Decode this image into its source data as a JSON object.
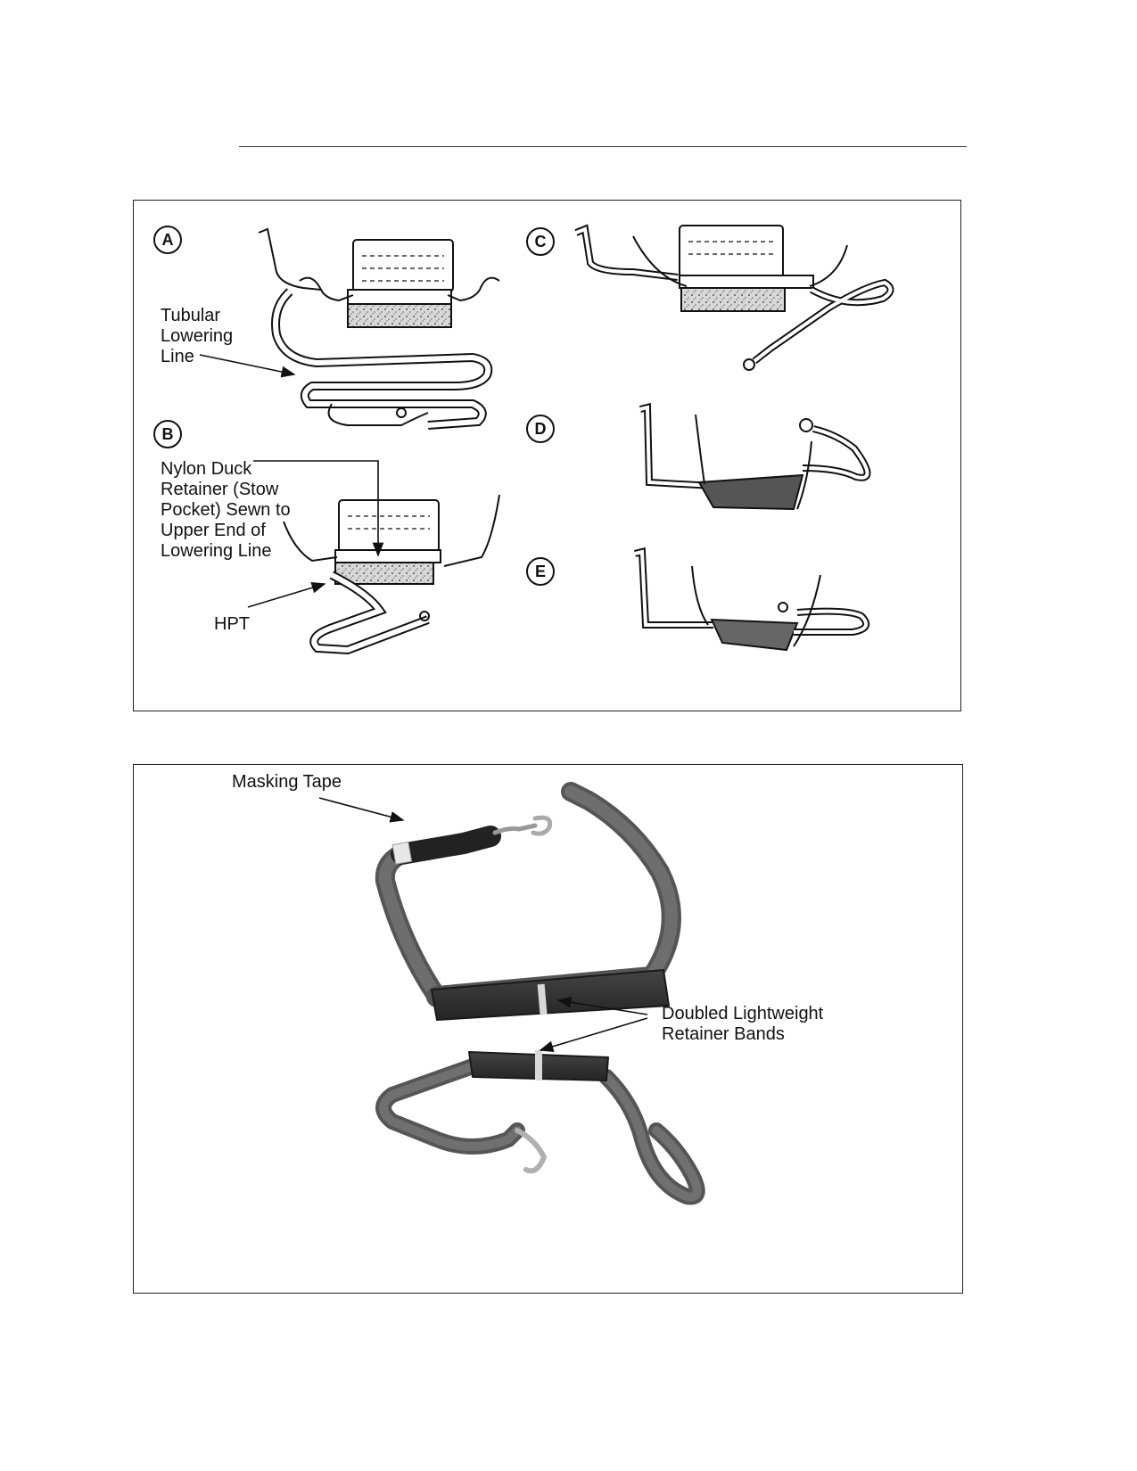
{
  "figure_a": {
    "steps": [
      {
        "id": "step-a",
        "letter": "A"
      },
      {
        "id": "step-b",
        "letter": "B"
      },
      {
        "id": "step-c",
        "letter": "C"
      },
      {
        "id": "step-d",
        "letter": "D"
      },
      {
        "id": "step-e",
        "letter": "E"
      }
    ],
    "callouts": {
      "tubular_line_1": "Tubular",
      "tubular_line_2": "Lowering",
      "tubular_line_3": "Line",
      "nylon_line_1": "Nylon Duck",
      "nylon_line_2": "Retainer (Stow",
      "nylon_line_3": "Pocket) Sewn to",
      "nylon_line_4": "Upper End of",
      "nylon_line_5": "Lowering Line",
      "hpt": "HPT"
    }
  },
  "figure_b": {
    "callouts": {
      "masking_tape": "Masking Tape",
      "retainer_line_1": "Doubled Lightweight",
      "retainer_line_2": "Retainer Bands"
    }
  },
  "colors": {
    "line": "#222222",
    "pad_fill": "#bdbdbd",
    "strap_photo": "#5a5a5a",
    "strap_dark": "#2e2e2e"
  }
}
